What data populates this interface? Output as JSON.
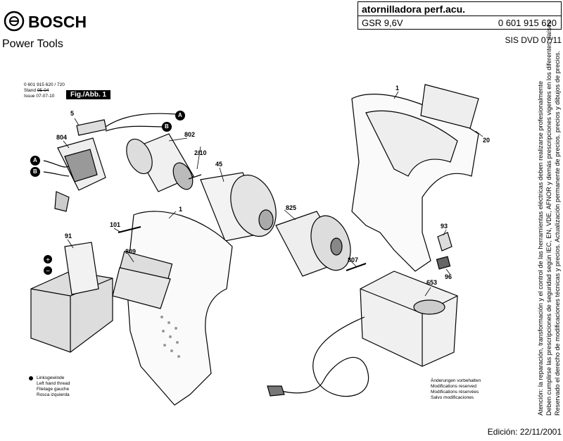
{
  "header": {
    "brand": "BOSCH",
    "tagline": "Power Tools",
    "product_title": "atornilladora perf.acu.",
    "model": "GSR 9,6V",
    "part_number": "0 601 915 620",
    "doc_code": "SIS DVD 07/11"
  },
  "doc_ref": {
    "number": "0 601 915 620 / 720",
    "stand": "Stand",
    "stand_date": "05-04",
    "issue": "Issue",
    "issue_date": "07-07-10",
    "fig": "Fig./Abb. 1"
  },
  "part_labels": [
    "5",
    "804",
    "802",
    "2/10",
    "45",
    "1",
    "825",
    "1",
    "20",
    "101",
    "809",
    "91",
    "807",
    "653",
    "93",
    "96",
    "A",
    "B",
    "A",
    "B"
  ],
  "legend": [
    "Linksgewinde",
    "Left hand thread",
    "Filetage gauche",
    "Rosca izquierda"
  ],
  "modifications": [
    "Änderungen vorbehalten",
    "Modifications reserved",
    "Modifications réservées",
    "Salvo modificaciones"
  ],
  "side_text": [
    "Atención: la reparación, transformación y el control de las herramientas eléctricas deben realizarse profesionalmente",
    "Deben cumplirse las prescripciones de seguridad según IEC, EN, VDE, AFNOR y demás prescripciones vigentes en los diferentes países",
    "Reservado el derecho de modificaciones técnicas y precios. Actualización permanente de precios. precios y dibujos de precios."
  ],
  "edition": "Edición: 22/11/2001"
}
